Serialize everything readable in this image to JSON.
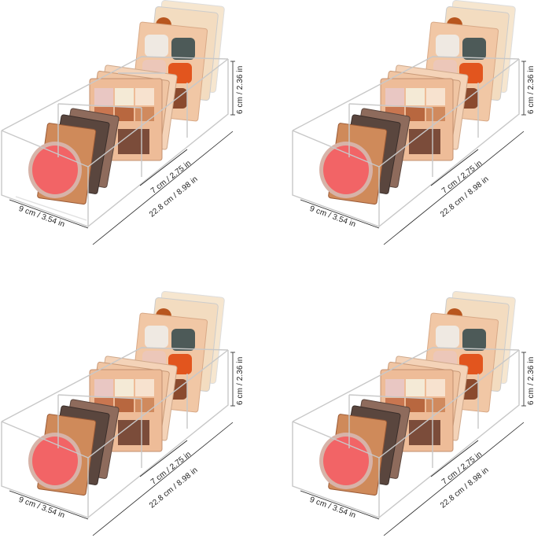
{
  "image": {
    "description": "Four identical clear acrylic makeup palette organizer trays with 3 compartments, each shown with dimension annotations",
    "background_color": "#ffffff",
    "tray_count": 4
  },
  "dimensions": {
    "height": "6 cm / 2.36 in",
    "compartment_width": "7 cm / 2.75 in",
    "length": "22.8 cm / 8.98 in",
    "width": "9 cm / 3.54 in"
  },
  "trays": [
    {
      "position": "top-left"
    },
    {
      "position": "top-right"
    },
    {
      "position": "bottom-left"
    },
    {
      "position": "bottom-right"
    }
  ],
  "colors": {
    "acrylic_edge": "#c8c8c8",
    "blush": "#f26466",
    "blush_rim": "#d7b3a8",
    "palette_peach": "#f0c5a3",
    "palette_cream": "#f6e3c8",
    "shadow_grey_green": "#4d5a58",
    "shadow_orange": "#e2551e",
    "shadow_brown": "#8a4a2e",
    "dark_palette": "#5a463e",
    "dimension_line": "#222222"
  }
}
